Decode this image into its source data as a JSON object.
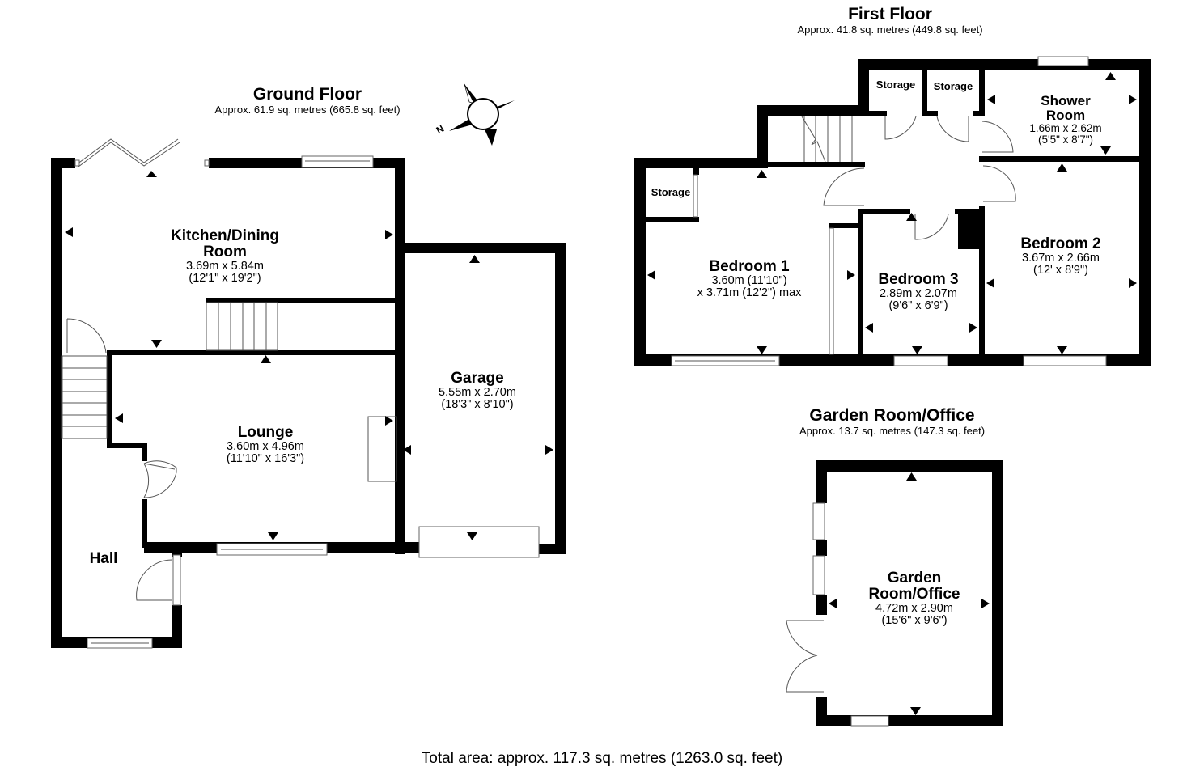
{
  "ground_floor": {
    "title": "Ground Floor",
    "area": "Approx. 61.9 sq. metres (665.8 sq. feet)",
    "rooms": {
      "kitchen": {
        "name_line1": "Kitchen/Dining",
        "name_line2": "Room",
        "metric": "3.69m x 5.84m",
        "imperial": "(12'1\" x 19'2\")"
      },
      "lounge": {
        "name": "Lounge",
        "metric": "3.60m x 4.96m",
        "imperial": "(11'10\" x 16'3\")"
      },
      "garage": {
        "name": "Garage",
        "metric": "5.55m x 2.70m",
        "imperial": "(18'3\" x 8'10\")"
      },
      "hall": {
        "name": "Hall"
      }
    }
  },
  "first_floor": {
    "title": "First Floor",
    "area": "Approx. 41.8 sq. metres (449.8 sq. feet)",
    "rooms": {
      "bedroom1": {
        "name": "Bedroom 1",
        "metric": "3.60m (11'10\")",
        "imperial": "x 3.71m (12'2\") max"
      },
      "bedroom2": {
        "name": "Bedroom 2",
        "metric": "3.67m x 2.66m",
        "imperial": "(12' x 8'9\")"
      },
      "bedroom3": {
        "name": "Bedroom 3",
        "metric": "2.89m x 2.07m",
        "imperial": "(9'6\" x 6'9\")"
      },
      "shower": {
        "name_line1": "Shower",
        "name_line2": "Room",
        "metric": "1.66m x 2.62m",
        "imperial": "(5'5\" x 8'7\")"
      },
      "storage_a": {
        "name": "Storage"
      },
      "storage_b": {
        "name": "Storage"
      },
      "storage_c": {
        "name": "Storage"
      }
    }
  },
  "garden_room": {
    "title": "Garden Room/Office",
    "area": "Approx. 13.7 sq. metres (147.3 sq. feet)",
    "room": {
      "name_line1": "Garden",
      "name_line2": "Room/Office",
      "metric": "4.72m x 2.90m",
      "imperial": "(15'6\" x 9'6\")"
    }
  },
  "compass": {
    "label": "N"
  },
  "total_area": "Total area: approx. 117.3 sq. metres (1263.0 sq. feet)"
}
